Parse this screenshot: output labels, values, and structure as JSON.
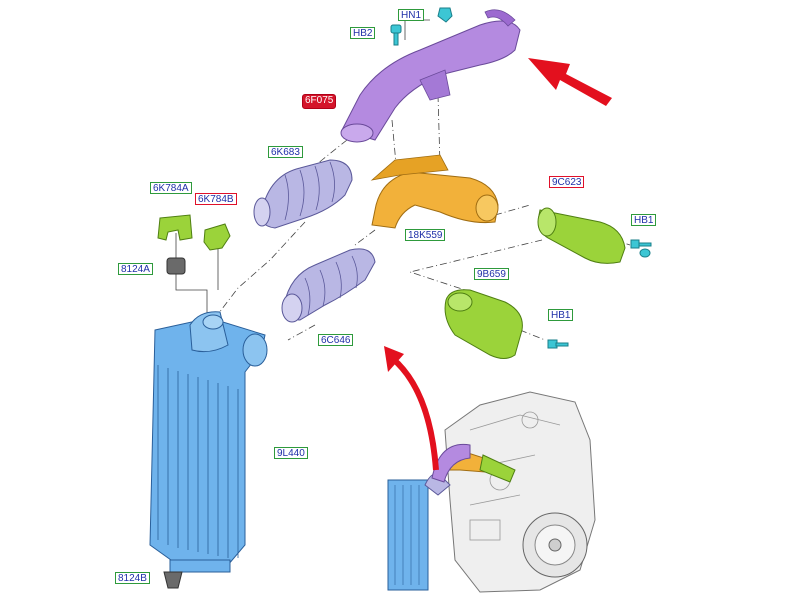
{
  "labels": {
    "HN1": "HN1",
    "HB2": "HB2",
    "6F075": "6F075",
    "6K683": "6K683",
    "18K559": "18K559",
    "9C623": "9C623",
    "HB1_top": "HB1",
    "6K784A": "6K784A",
    "6K784B": "6K784B",
    "8124A": "8124A",
    "9B659": "9B659",
    "HB1_bottom": "HB1",
    "6C646": "6C646",
    "9L440": "9L440",
    "8124B": "8124B"
  },
  "colors": {
    "purple_part": "#b48ae0",
    "orange_part": "#f2b13a",
    "green_part": "#9bd33a",
    "intercooler": "#6fb3ec",
    "hose": "#b9b7e4",
    "fastener": "#3cc6d4",
    "arrow": "#e3101e",
    "highlight_label": "#d4142a"
  }
}
